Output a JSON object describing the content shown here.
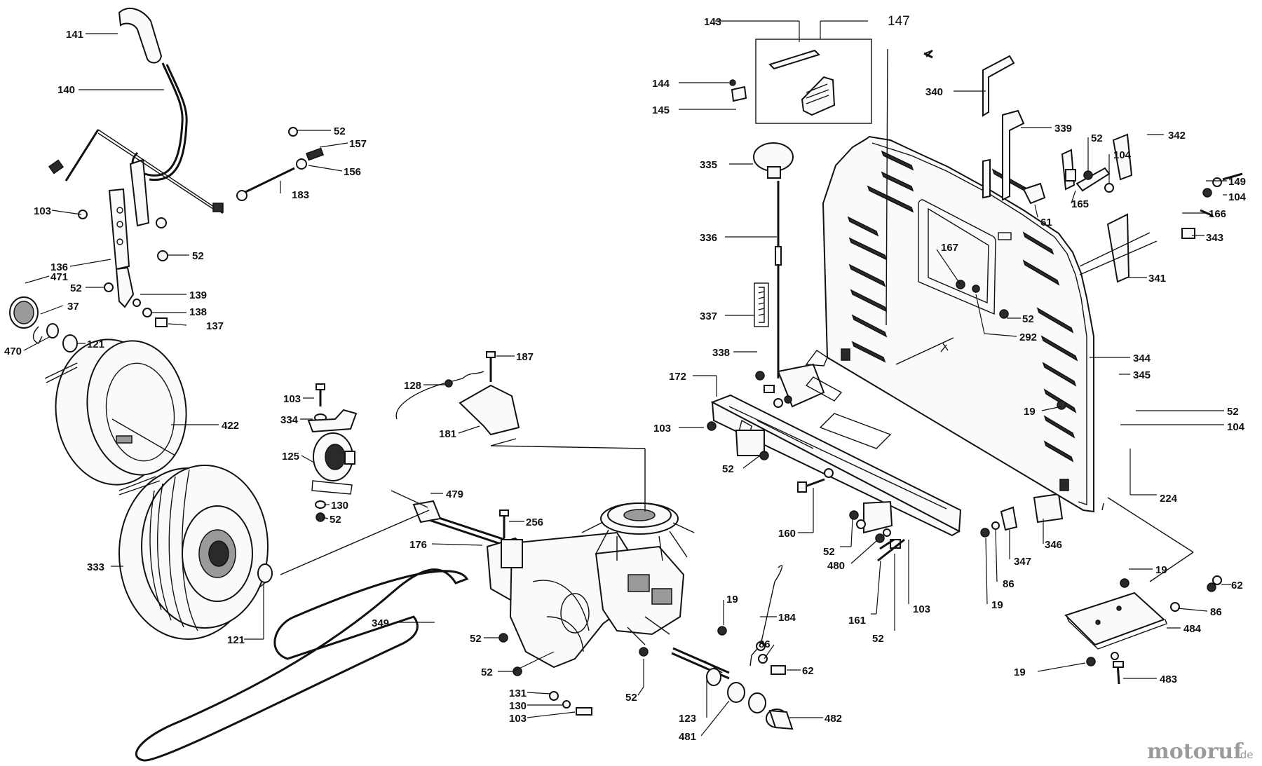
{
  "callouts": {
    "c141": "141",
    "c140": "140",
    "c103a": "103",
    "c136": "136",
    "c471": "471",
    "c52a": "52",
    "c37": "37",
    "c470": "470",
    "c121a": "121",
    "c52b": "52",
    "c157": "157",
    "c156": "156",
    "c183": "183",
    "c52c": "52",
    "c139": "139",
    "c138": "138",
    "c137": "137",
    "c422": "422",
    "c333": "333",
    "c121b": "121",
    "c349": "349",
    "c103b": "103",
    "c334": "334",
    "c125": "125",
    "c130a": "130",
    "c52d": "52",
    "c128": "128",
    "c187": "187",
    "c181": "181",
    "c479": "479",
    "c176": "176",
    "c256": "256",
    "c52e": "52",
    "c52f": "52",
    "c131": "131",
    "c130b": "130",
    "c103c": "103",
    "c52g": "52",
    "c123": "123",
    "c481": "481",
    "c482": "482",
    "c19a": "19",
    "c184": "184",
    "c86a": "86",
    "c62a": "62",
    "c143": "143",
    "c147": "147",
    "c144": "144",
    "c145": "145",
    "c335": "335",
    "c336": "336",
    "c337": "337",
    "c338": "338",
    "c172": "172",
    "c103d": "103",
    "c52h": "52",
    "c160": "160",
    "c52i": "52",
    "c480": "480",
    "c161": "161",
    "c52j": "52",
    "c103e": "103",
    "c19b": "19",
    "c86b": "86",
    "c347": "347",
    "c346": "346",
    "c340": "340",
    "c339": "339",
    "c52k": "52",
    "c104a": "104",
    "c342": "342",
    "c165": "165",
    "c61": "61",
    "c149": "149",
    "c104b": "104",
    "c166": "166",
    "c343": "343",
    "c341": "341",
    "c167": "167",
    "c52l": "52",
    "c292": "292",
    "c344": "344",
    "c345": "345",
    "c19c": "19",
    "c52m": "52",
    "c104c": "104",
    "c224": "224",
    "c19d": "19",
    "c62b": "62",
    "c86c": "86",
    "c484": "484",
    "c19e": "19",
    "c483": "483"
  },
  "logo": {
    "word": "motoruf",
    "suffix": ".de"
  },
  "colors": {
    "line": "#111111",
    "background": "#ffffff",
    "logo": "#9a9a9a"
  },
  "icons": {
    "wheel": "tire-wheel-icon",
    "belt": "drive-belt-icon",
    "transaxle": "transaxle-icon"
  }
}
